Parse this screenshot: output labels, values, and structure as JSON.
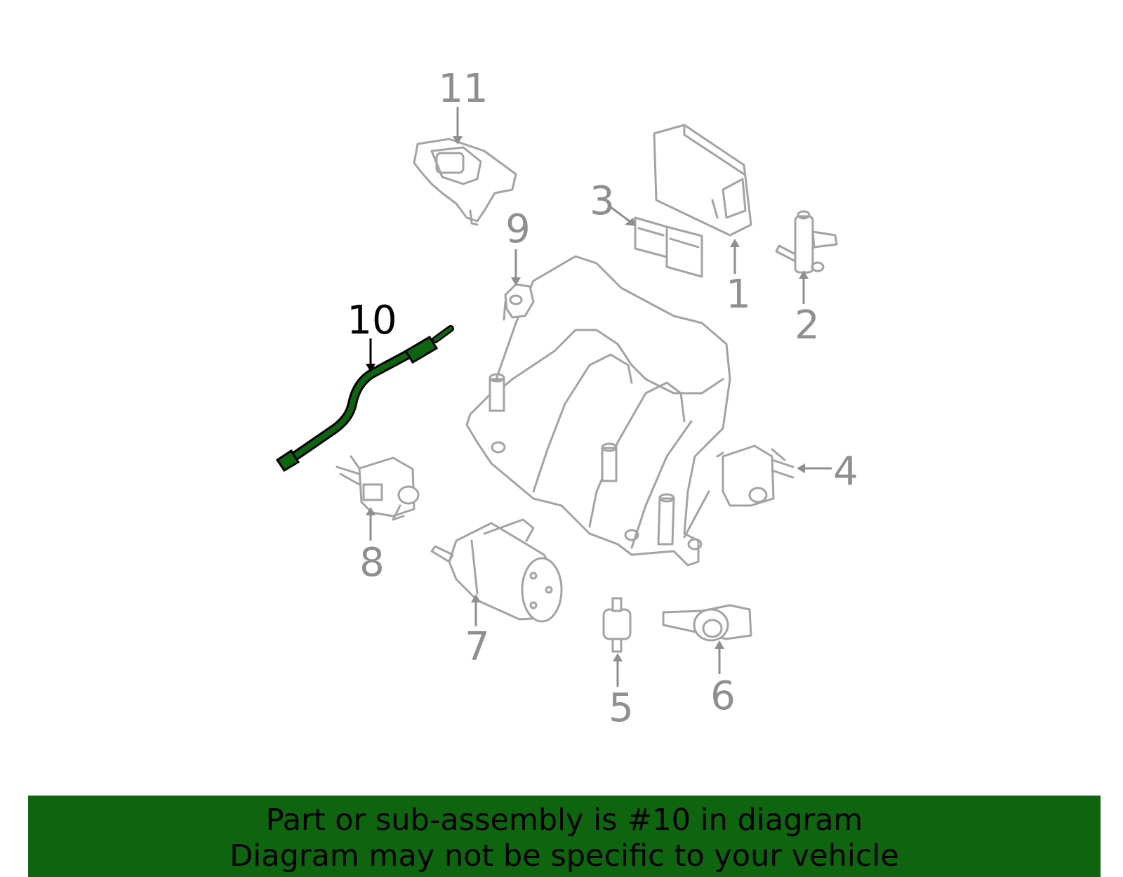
{
  "diagram": {
    "highlighted_part": "10",
    "callouts": [
      "1",
      "2",
      "3",
      "4",
      "5",
      "6",
      "7",
      "8",
      "9",
      "10",
      "11"
    ],
    "highlight_color": "#0f6410",
    "outline_color": "#a3a3a3"
  },
  "banner": {
    "line1": "Part or sub-assembly is #10 in diagram",
    "line2": "Diagram may not be specific to your vehicle",
    "background": "#0f6410"
  }
}
